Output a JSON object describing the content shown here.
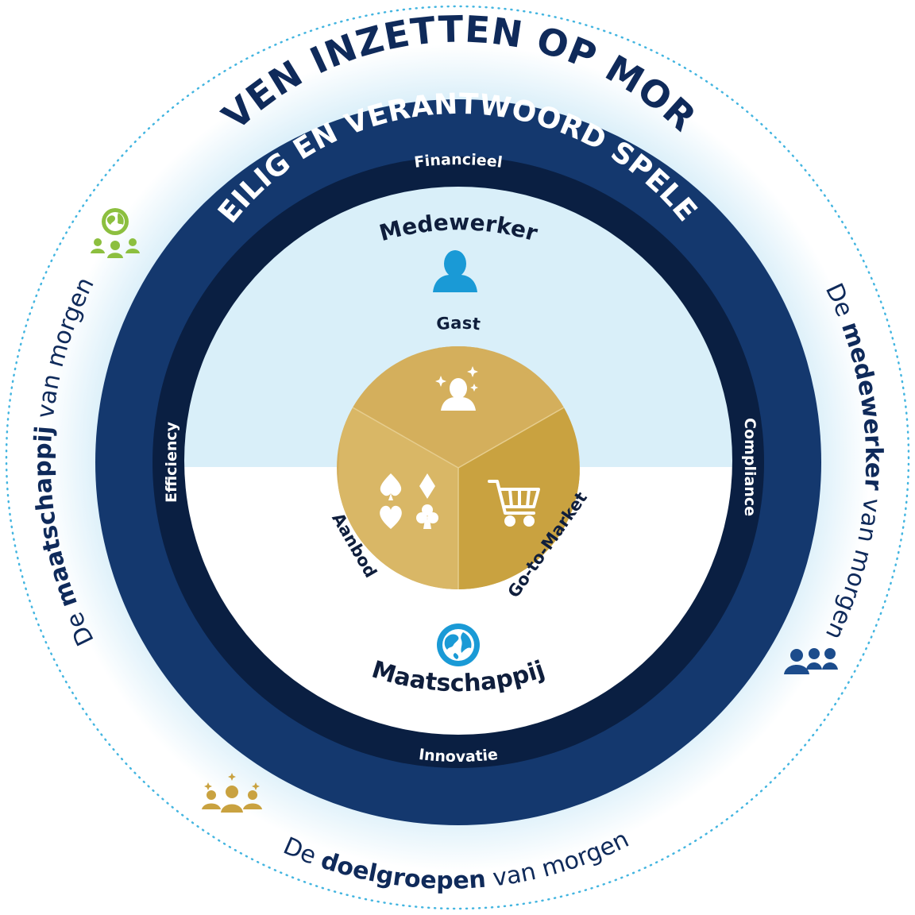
{
  "outer_title": "DURVEN INZETTEN OP MORGEN",
  "ring_title": "VEILIG EN VERANTWOORD SPELEN",
  "band": {
    "top": "Financieel",
    "bottom": "Innovatie",
    "left": "Efficiency",
    "right": "Compliance"
  },
  "inner": {
    "medewerker": "Medewerker",
    "maatschappij": "Maatschappij"
  },
  "core": {
    "gast": "Gast",
    "aanbod": "Aanbod",
    "go_to_market": "Go-to-Market"
  },
  "sides": {
    "left": {
      "prefix": "De ",
      "bold": "maatschappij",
      "suffix": " van morgen"
    },
    "right": {
      "prefix": "De ",
      "bold": "medewerker",
      "suffix": " van morgen"
    },
    "bottom": {
      "prefix": "De ",
      "bold": "doelgroepen",
      "suffix": " van morgen"
    }
  },
  "colors": {
    "navy": "#14386e",
    "dark_navy": "#0a1f42",
    "light_blue": "#d9eff9",
    "gold": "#d4af5c",
    "gold_dark": "#c9a240",
    "person_blue": "#1a9ad6",
    "green": "#8cbf3f",
    "dotted": "#43b5e0"
  },
  "icons": [
    "globe-people-icon",
    "people-group-icon",
    "star-people-icon",
    "person-icon",
    "globe-icon",
    "star-person-icon",
    "card-suits-icon",
    "shopping-cart-icon"
  ]
}
